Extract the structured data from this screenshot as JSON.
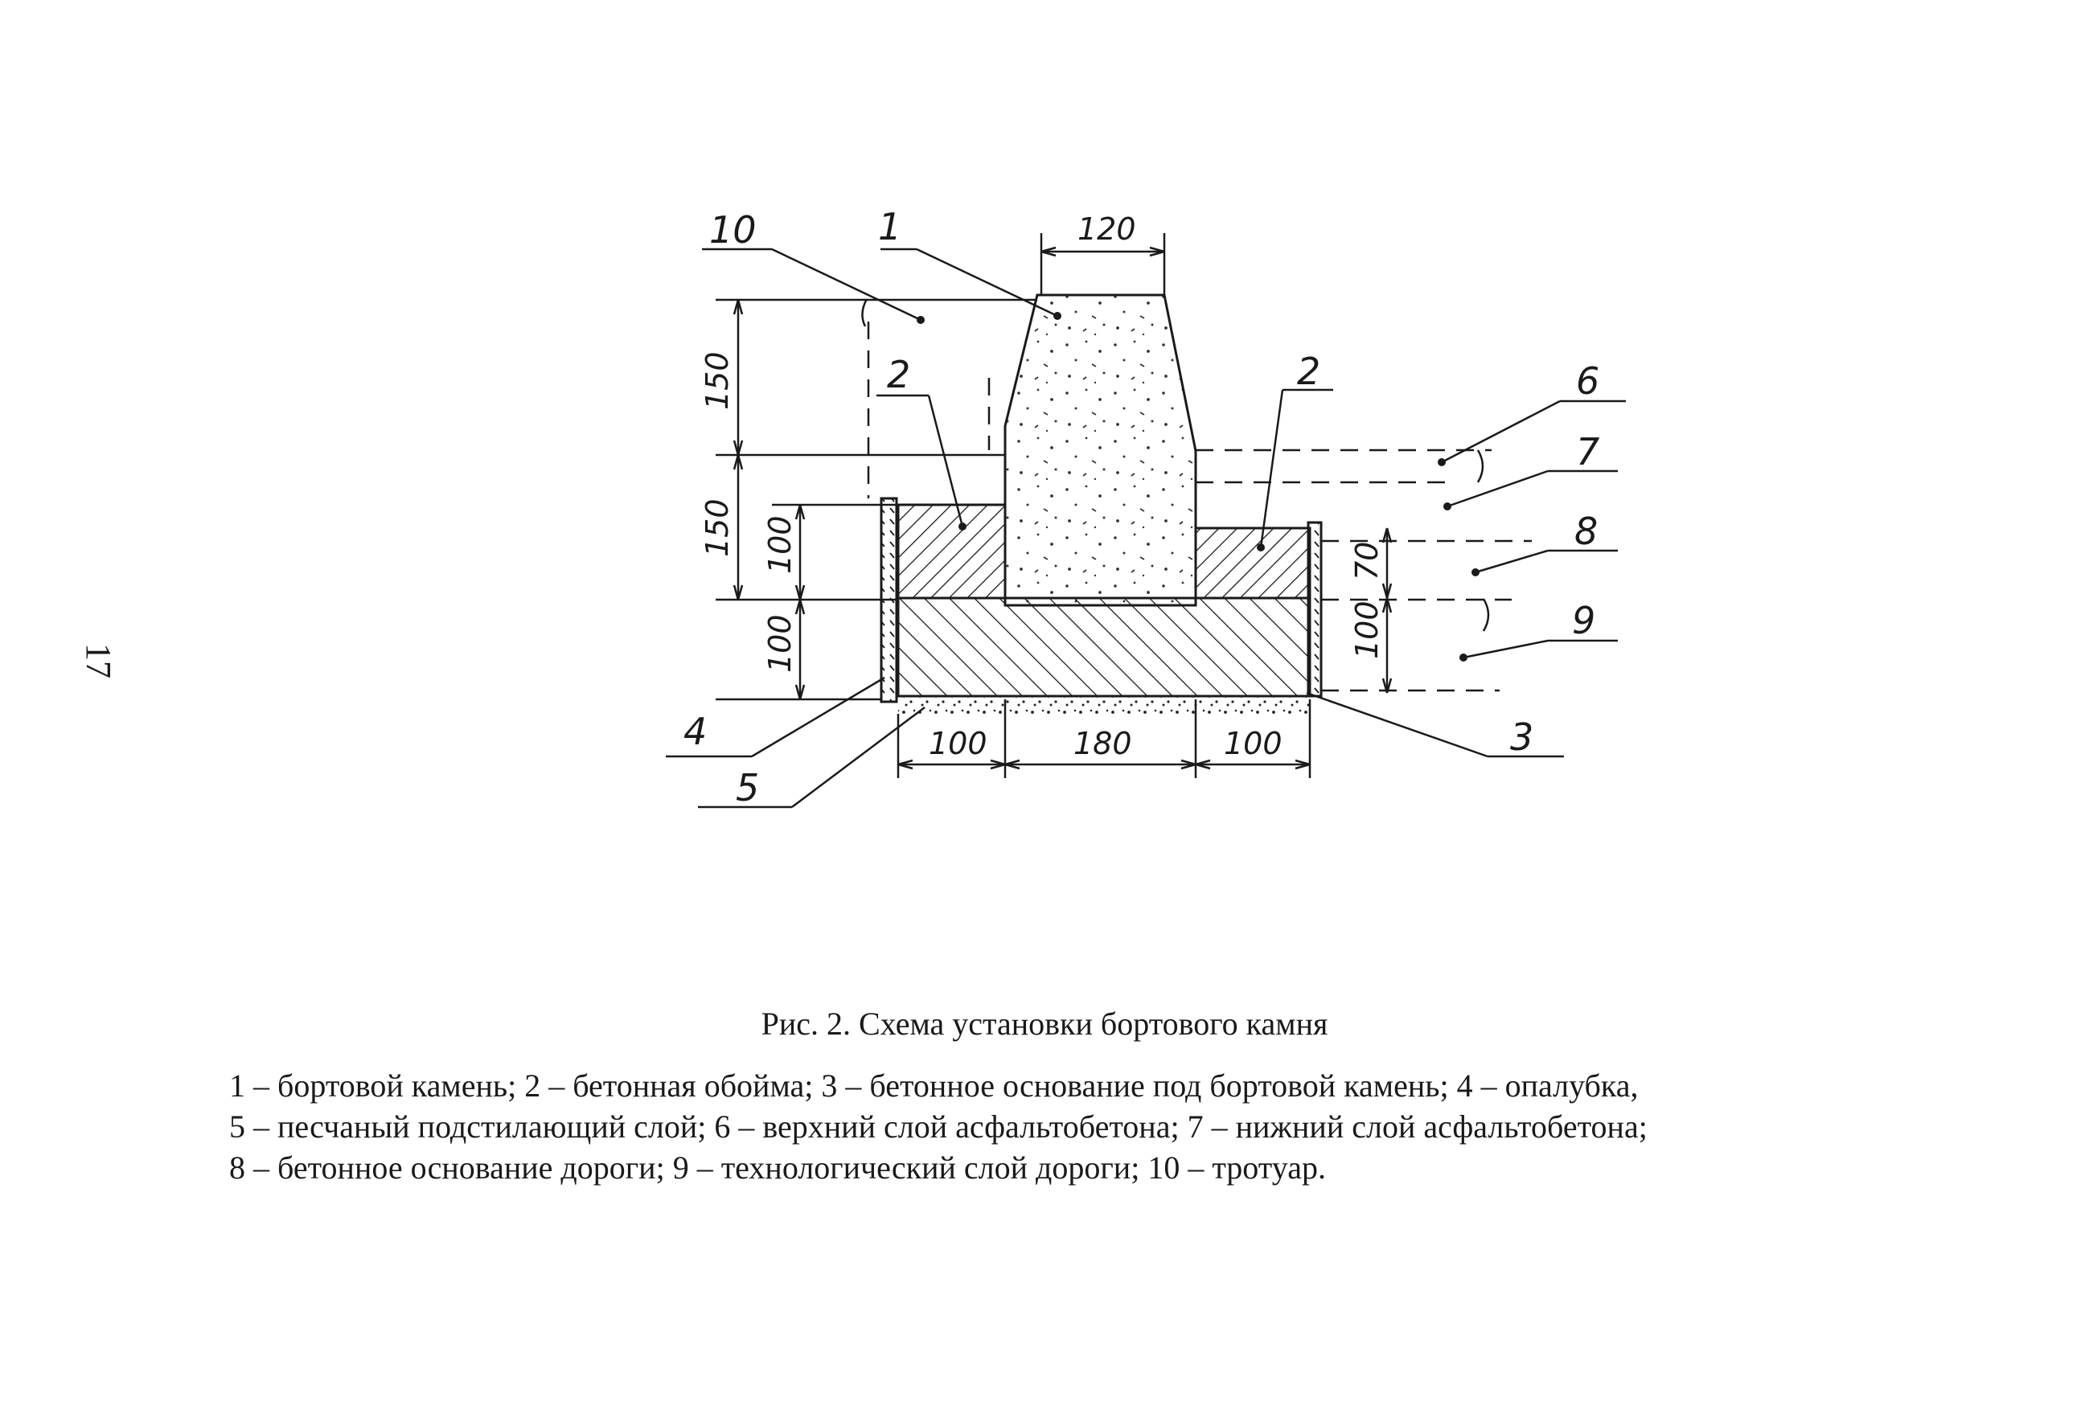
{
  "page_number": "17",
  "figure": {
    "title": "Рис. 2. Схема установки бортового камня",
    "legend_lines": [
      "1 – бортовой камень; 2 – бетонная обойма; 3 – бетонное основание под бортовой камень; 4 – опалубка,",
      "5 – песчаный подстилающий слой; 6 – верхний слой асфальтобетона; 7 – нижний слой асфальтобетона;",
      "8 – бетонное основание дороги; 9 – технологический слой дороги; 10 – тротуар."
    ]
  },
  "diagram": {
    "callouts": {
      "c1": "1",
      "c2_left": "2",
      "c2_right": "2",
      "c3": "3",
      "c4": "4",
      "c5": "5",
      "c6": "6",
      "c7": "7",
      "c8": "8",
      "c9": "9",
      "c10": "10"
    },
    "dimensions": {
      "top_width": "120",
      "left_150_upper": "150",
      "left_150_lower": "150",
      "left_100_upper": "100",
      "left_100_lower": "100",
      "right_70": "70",
      "right_100": "100",
      "bottom_100_left": "100",
      "bottom_180": "180",
      "bottom_100_right": "100"
    }
  }
}
